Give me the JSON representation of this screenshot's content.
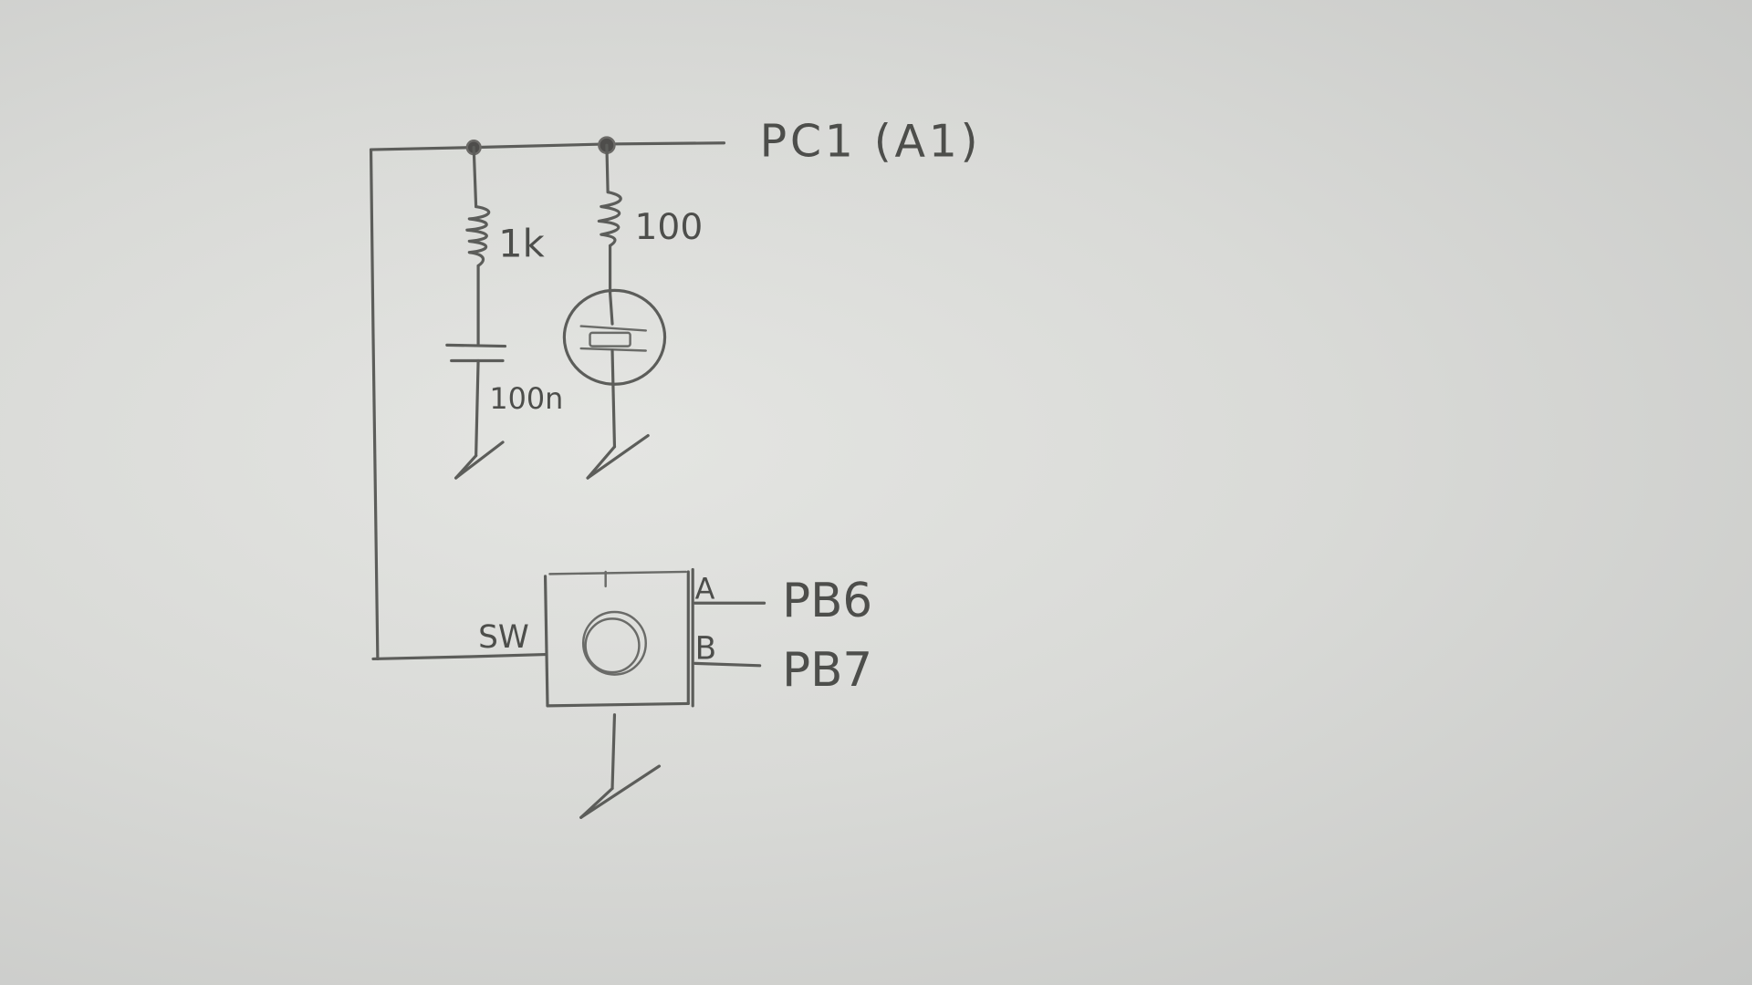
{
  "diagram": {
    "type": "hand-drawn circuit schematic on paper",
    "net_label": "PC1 (A1)",
    "components": {
      "r1": {
        "label": "1k",
        "kind": "resistor"
      },
      "c1": {
        "label": "100n",
        "kind": "capacitor"
      },
      "r2": {
        "label": "100",
        "kind": "resistor"
      },
      "ldr": {
        "label": "",
        "kind": "photoresistor (LDR)"
      },
      "encoder": {
        "kind": "rotary encoder with push switch",
        "switch_label": "SW",
        "pin_a_label": "A",
        "pin_b_label": "B",
        "pin_a_net": "PB6",
        "pin_b_net": "PB7"
      }
    },
    "grounds": 3,
    "colors": {
      "paper": "#d9dad7",
      "pencil": "#5c5d5a"
    }
  }
}
